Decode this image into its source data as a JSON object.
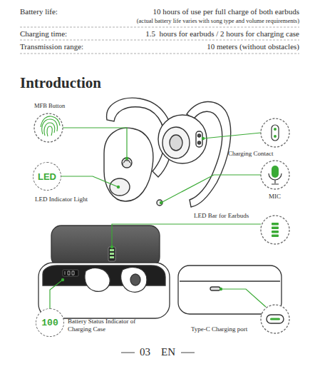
{
  "diagram": {
    "title": "Introduction",
    "nodes": [
      {
        "text": [
          "LED",
          "LED Indicator Light"
        ]
      },
      {
        "text": [
          "100",
          "Battery Status Indicator of Charging Case"
        ]
      }
    ],
    "labels": [
      "Battery life:",
      "10 hours of use per full charge of both earbuds",
      "(actual battery life varies with song type and volume requirements)",
      "Charging time:",
      "1.5  hours for earbuds / 2 hours for charging case",
      "Transmission range:",
      "10 meters (without obstacles)",
      "MFB Button",
      "Charging Contact",
      "MIC",
      "LED Bar for Earbuds",
      "Type-C Charging port",
      "03",
      "EN"
    ]
  }
}
